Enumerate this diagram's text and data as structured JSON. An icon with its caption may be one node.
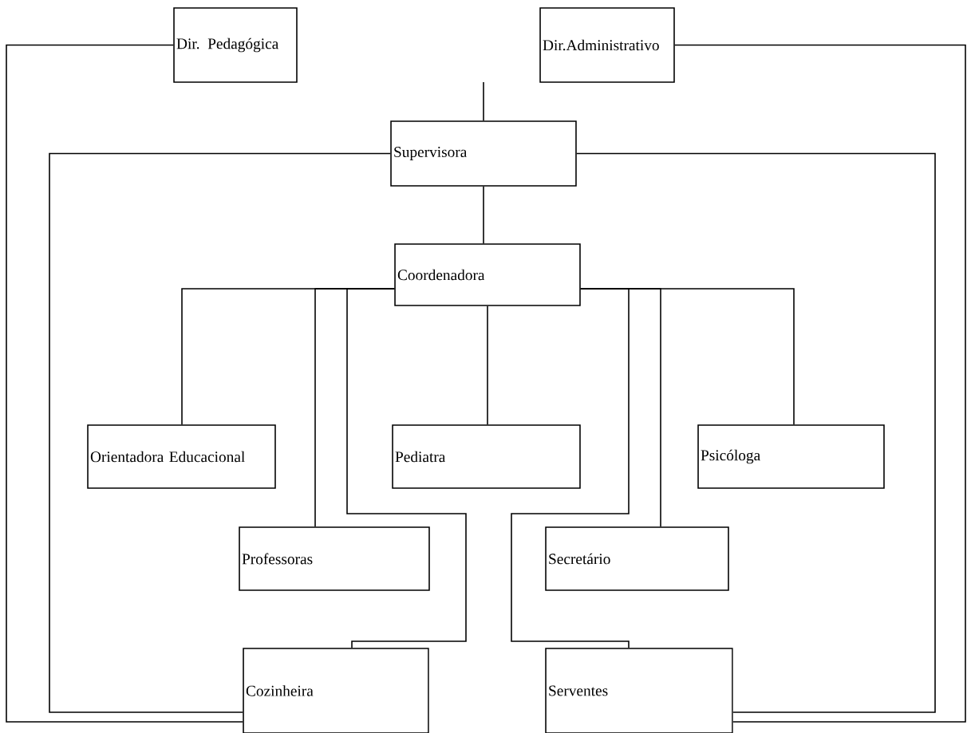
{
  "diagram": {
    "nodes": [
      {
        "text": [
          "Dir. Pedagógica"
        ]
      },
      {
        "text": [
          "Dir.Administrativo"
        ]
      },
      {
        "text": [
          "Supervisora"
        ]
      },
      {
        "text": [
          "Coordenadora"
        ]
      },
      {
        "text": [
          "Orientadora Educacional"
        ]
      },
      {
        "text": [
          "Pediatra"
        ]
      },
      {
        "text": [
          "Psicóloga"
        ]
      },
      {
        "text": [
          "Professoras"
        ]
      },
      {
        "text": [
          "Secretário"
        ]
      },
      {
        "text": [
          "Cozinheira"
        ]
      },
      {
        "text": [
          "Serventes"
        ]
      }
    ],
    "edges": [
      {
        "from": 0,
        "to": 9,
        "arrow": "none"
      },
      {
        "from": 1,
        "to": 10,
        "arrow": "none"
      },
      {
        "from": null,
        "to": 2,
        "arrow": "none"
      },
      {
        "from": 2,
        "to": 9,
        "arrow": "none"
      },
      {
        "from": 2,
        "to": 10,
        "arrow": "none"
      },
      {
        "from": 2,
        "to": 3,
        "arrow": "none"
      },
      {
        "from": 3,
        "to": 4,
        "arrow": "none"
      },
      {
        "from": 3,
        "to": 7,
        "arrow": "none"
      },
      {
        "from": 3,
        "to": 9,
        "arrow": "none"
      },
      {
        "from": 3,
        "to": 5,
        "arrow": "none"
      },
      {
        "from": 3,
        "to": 10,
        "arrow": "none"
      },
      {
        "from": 3,
        "to": 8,
        "arrow": "none"
      },
      {
        "from": 3,
        "to": 6,
        "arrow": "none"
      }
    ]
  }
}
